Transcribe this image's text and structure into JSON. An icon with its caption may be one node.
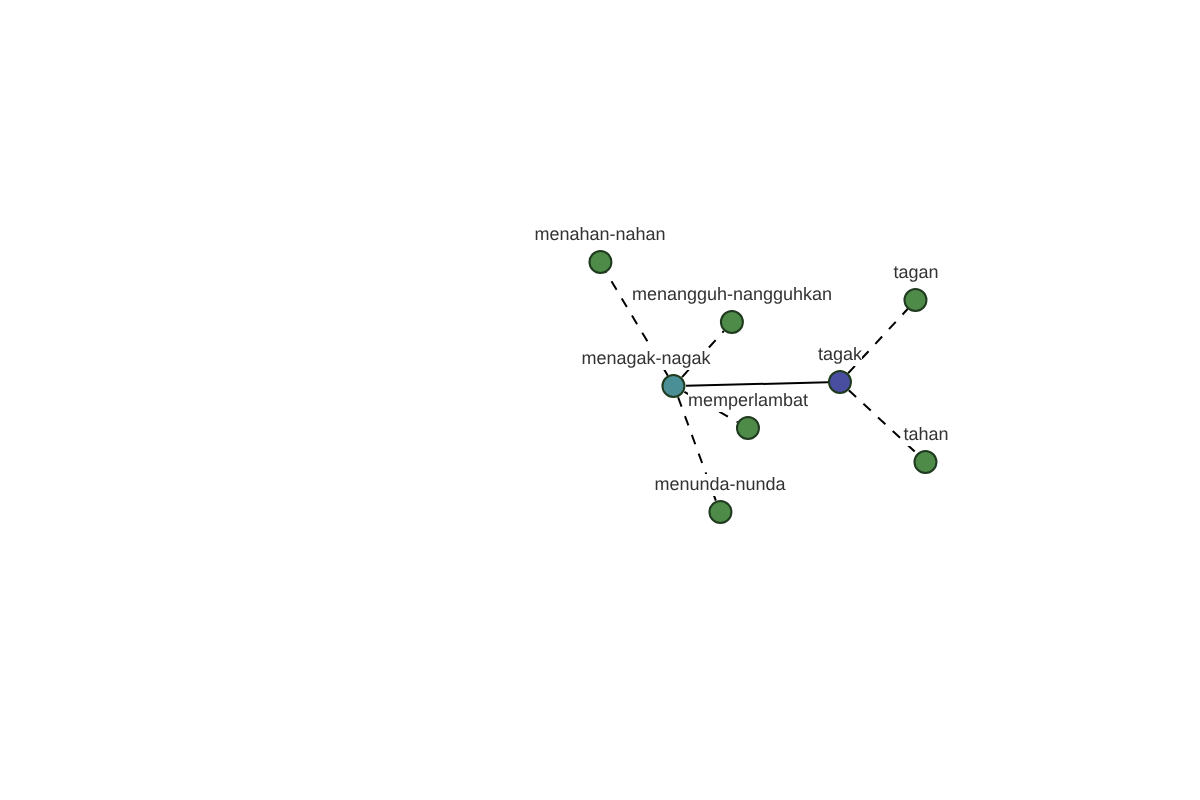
{
  "diagram": {
    "nodes": [
      {
        "text": [
          "menahan-nahan"
        ]
      },
      {
        "text": [
          "menangguh-nangguhkan"
        ]
      },
      {
        "text": [
          "menagak-nagak"
        ]
      },
      {
        "text": [
          "tagak"
        ]
      },
      {
        "text": [
          "tagan"
        ]
      },
      {
        "text": [
          "memperlambat"
        ]
      },
      {
        "text": [
          "tahan"
        ]
      },
      {
        "text": [
          "menunda-nunda"
        ]
      }
    ],
    "edges": [
      {
        "from": 2,
        "to": 3,
        "arrow": "none"
      },
      {
        "from": 3,
        "to": 4,
        "arrow": "none",
        "style": "dashed"
      },
      {
        "from": 3,
        "to": 6,
        "arrow": "none",
        "style": "dashed"
      },
      {
        "from": 2,
        "to": 0,
        "arrow": "none",
        "style": "dashed"
      },
      {
        "from": 2,
        "to": 1,
        "arrow": "none",
        "style": "dashed"
      },
      {
        "from": 2,
        "to": 5,
        "arrow": "none",
        "style": "dashed"
      },
      {
        "from": 2,
        "to": 7,
        "arrow": "none",
        "style": "dashed"
      }
    ]
  }
}
